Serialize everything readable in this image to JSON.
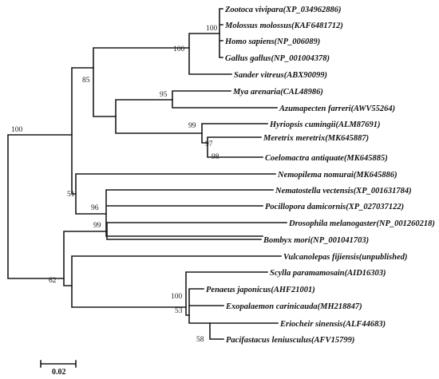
{
  "figure": {
    "taxa": [
      {
        "name": "Zootoca vivipara(XP_034962886)"
      },
      {
        "name": "Molossus molossus(KAF6481712)"
      },
      {
        "name": "Homo sapiens(NP_006089)"
      },
      {
        "name": "Gallus gallus(NP_001004378)"
      },
      {
        "name": "Sander vitreus(ABX90099)"
      },
      {
        "name": "Mya arenaria(CAL48986)"
      },
      {
        "name": "Azumapecten farreri(AWV55264)"
      },
      {
        "name": "Hyriopsis cumingii(ALM87691)"
      },
      {
        "name": "Meretrix meretrix(MK645887)"
      },
      {
        "name": "Coelomactra antiquate(MK645885)"
      },
      {
        "name": "Nemopilema nomurai(MK645886)"
      },
      {
        "name": "Nematostella vectensis(XP_001631784)"
      },
      {
        "name": "Pocillopora damicornis(XP_027037122)"
      },
      {
        "name": "Drosophila melanogaster(NP_001260218)"
      },
      {
        "name": "Bombyx mori(NP_001041703)"
      },
      {
        "name": "Vulcanolepas fijiensis(unpublished)"
      },
      {
        "name": "Scylla paramamosain(AID16303)"
      },
      {
        "name": "Penaeus japonicus(AHF21001)"
      },
      {
        "name": "Exopalaemon carinicauda(MH218847)"
      },
      {
        "name": "Eriocheir sinensis(ALF44683)"
      },
      {
        "name": "Pacifastacus leniusculus(AFV15799)"
      }
    ],
    "bootstrap_values": [
      "100",
      "100",
      "85",
      "95",
      "99",
      "97",
      "98",
      "100",
      "51",
      "96",
      "99",
      "62",
      "100",
      "53",
      "58"
    ],
    "scale_bar": {
      "label": "0.02"
    }
  }
}
